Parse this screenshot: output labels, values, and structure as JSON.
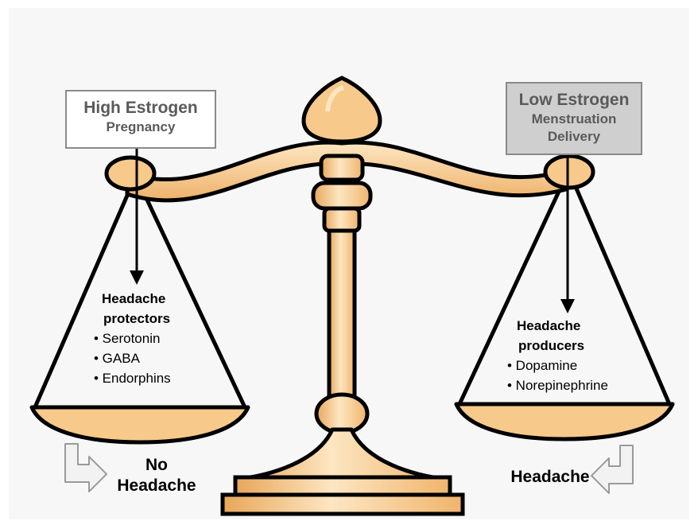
{
  "left_box": {
    "title": "High Estrogen",
    "subtitle": "Pregnancy"
  },
  "right_box": {
    "title": "Low Estrogen",
    "lines": [
      "Menstruation",
      "Delivery"
    ]
  },
  "left_pan": {
    "heading": [
      "Headache",
      "protectors"
    ],
    "items": [
      "• Serotonin",
      "• GABA",
      "• Endorphins"
    ]
  },
  "right_pan": {
    "heading": [
      "Headache",
      "producers"
    ],
    "items": [
      "• Dopamine",
      "• Norepinephrine"
    ]
  },
  "left_outcome": [
    "No",
    "Headache"
  ],
  "right_outcome": "Headache",
  "colors": {
    "brass": "#f7c98b",
    "brass_light": "#fde6c2",
    "brass_dark": "#e8a65a",
    "outline": "#000000",
    "box_border": "#8a8a8a",
    "low_box_fill": "#cfcfcf"
  }
}
